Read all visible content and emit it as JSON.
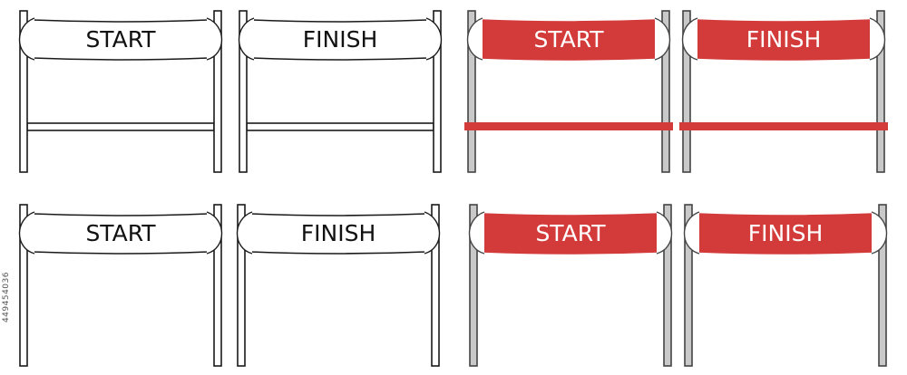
{
  "stock_id": "449454036",
  "colors": {
    "outline": "#1a1a1a",
    "red": "#d33a3a",
    "pole_gray": "#c9c9c9",
    "pole_stroke": "#444444",
    "banner_text_outline": "#111111",
    "banner_text_red": "#ffffff"
  },
  "gates": [
    {
      "label": "START",
      "style": "outline",
      "crossbar": true
    },
    {
      "label": "FINISH",
      "style": "outline",
      "crossbar": true
    },
    {
      "label": "START",
      "style": "red",
      "crossbar": true
    },
    {
      "label": "FINISH",
      "style": "red",
      "crossbar": true
    },
    {
      "label": "START",
      "style": "outline",
      "crossbar": false
    },
    {
      "label": "FINISH",
      "style": "outline",
      "crossbar": false
    },
    {
      "label": "START",
      "style": "red",
      "crossbar": false
    },
    {
      "label": "FINISH",
      "style": "red",
      "crossbar": false
    }
  ]
}
